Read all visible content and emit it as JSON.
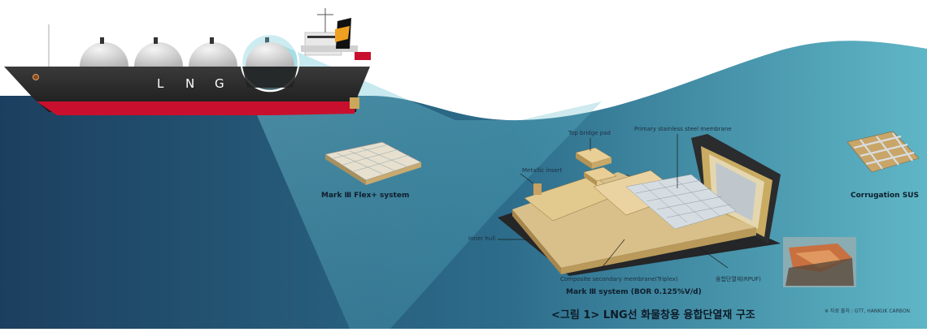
{
  "ship": {
    "hull_text_1": "L",
    "hull_text_2": "N",
    "hull_text_3": "G"
  },
  "labels": {
    "top_bridge_pad": "Top bridge pad",
    "primary_membrane": "Primary stainless steel membrane",
    "metallic_insert": "Metallic insert",
    "inner_hull": "Inner hull",
    "composite_membrane": "Composite secondary membrane(Triplex)",
    "rpuf": "융합단열재(RPUF)",
    "mark3_flex": "Mark Ⅲ Flex+ system",
    "mark3_system": "Mark Ⅲ system (BOR 0.125%V/d)",
    "corrugation": "Corrugation SUS"
  },
  "caption": "<그림 1> LNG선 화물창용 융합단열재 구조",
  "credit": "※ 자료 출처 : GTT, HANKUK CARBON",
  "colors": {
    "sea_dark": "#1c3f5f",
    "sea_light": "#5fb6c6",
    "hull_black": "#272727",
    "hull_red": "#c8102e",
    "insulation": "#d9c08a"
  }
}
